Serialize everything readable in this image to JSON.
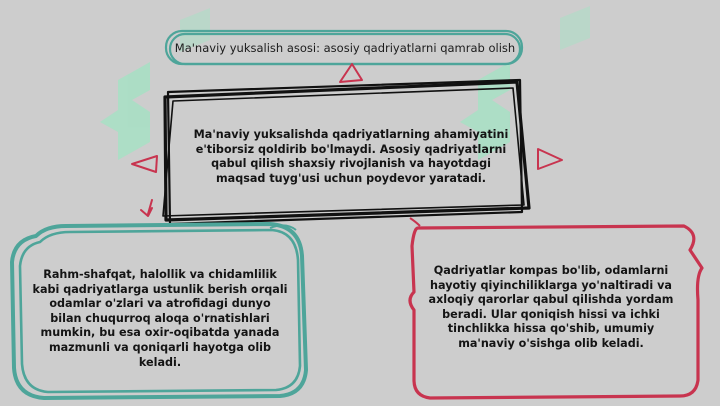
{
  "title": "Ma'naviy yuksalish asosi: asosiy qadriyatlarni qamrab olish",
  "center_box": "Ma'naviy yuksalishda qadriyatlarning ahamiyatini e'tiborsiz qoldirib bo'lmaydi. Asosiy qadriyatlarni qabul qilish shaxsiy rivojlanish va hayotdagi maqsad tuyg'usi uchun poydevor yaratadi.",
  "left_box": "Rahm-shafqat, halollik va chidamlilik kabi qadriyatlarga ustunlik berish orqali odamlar o'zlari va atrofidagi dunyo bilan chuqurroq aloqa o'rnatishlari mumkin, bu esa oxir-oqibatda yanada mazmunli va qoniqarli hayotga olib keladi.",
  "right_box": "Qadriyatlar kompas bo'lib, odamlarni hayotiy qiyinchiliklarga yo'naltiradi va axloqiy qarorlar qabul qilishda yordam beradi. Ular qoniqish hissi va ichki tinchlikka hissa qo'shib, umumiy ma'naviy o'sishga olib keladi.",
  "colors": {
    "background": "#cdcdcd",
    "teal": "#4ea59a",
    "crimson": "#c8344f",
    "black": "#111111",
    "watermark": "#a7e0c4"
  }
}
